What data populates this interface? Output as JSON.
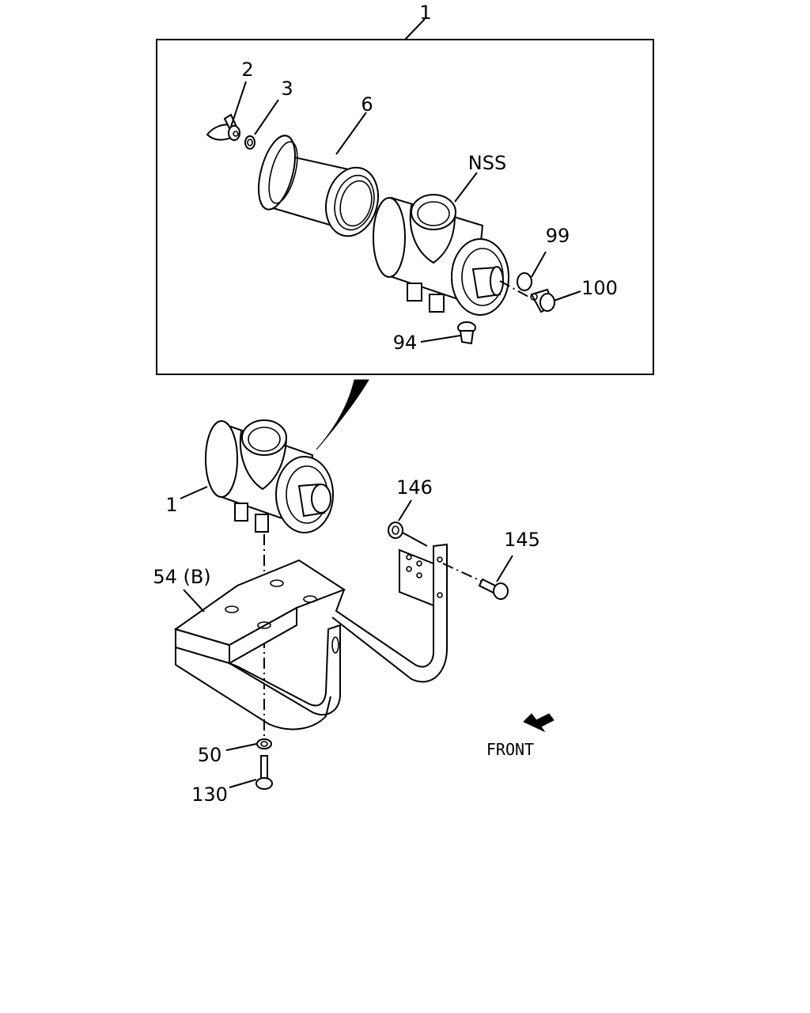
{
  "callouts": {
    "c1_top": "1",
    "c2": "2",
    "c3": "3",
    "c6": "6",
    "nss": "NSS",
    "c99": "99",
    "c100": "100",
    "c94": "94",
    "c1_main": "1",
    "c146": "146",
    "c145": "145",
    "c54b": "54 (B)",
    "c50": "50",
    "c130": "130"
  },
  "front_label": "FRONT",
  "colors": {
    "ink": "#000000",
    "paper": "#ffffff"
  }
}
